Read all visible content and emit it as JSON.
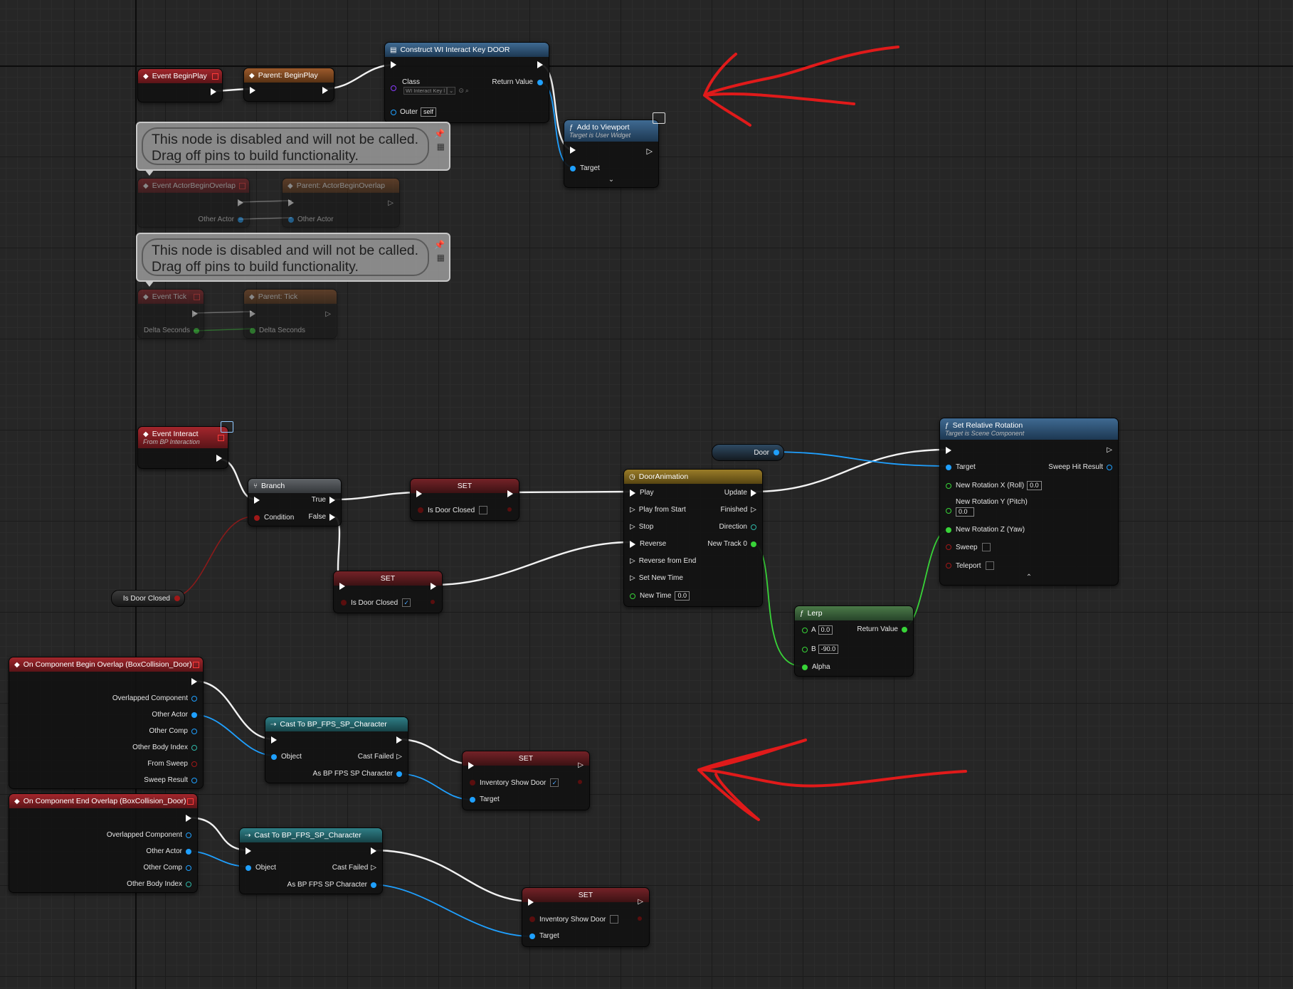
{
  "comments": [
    {
      "line1": "This node is disabled and will not be called.",
      "line2": "Drag off pins to build functionality."
    },
    {
      "line1": "This node is disabled and will not be called.",
      "line2": "Drag off pins to build functionality."
    }
  ],
  "nodes": {
    "event_begin_play": {
      "title": "Event BeginPlay"
    },
    "parent_begin_play": {
      "title": "Parent: BeginPlay"
    },
    "construct": {
      "title": "Construct WI Interact Key DOOR",
      "class_label": "Class",
      "class_value": "WI Interact Key l",
      "return_label": "Return Value",
      "outer_label": "Outer",
      "outer_value": "self"
    },
    "add_viewport": {
      "title": "Add to Viewport",
      "subtitle": "Target is User Widget",
      "target_label": "Target"
    },
    "actor_overlap": {
      "title": "Event ActorBeginOverlap",
      "pin": "Other Actor"
    },
    "parent_actor_overlap": {
      "title": "Parent: ActorBeginOverlap",
      "pin": "Other Actor"
    },
    "event_tick": {
      "title": "Event Tick",
      "pin": "Delta Seconds"
    },
    "parent_tick": {
      "title": "Parent: Tick",
      "pin": "Delta Seconds"
    },
    "event_interact": {
      "title": "Event Interact",
      "subtitle": "From BP Interaction"
    },
    "branch": {
      "title": "Branch",
      "true_label": "True",
      "false_label": "False",
      "condition_label": "Condition"
    },
    "set_closed_1": {
      "title": "SET",
      "pin": "Is Door Closed",
      "checked": false
    },
    "set_closed_2": {
      "title": "SET",
      "pin": "Is Door Closed",
      "checked": true
    },
    "get_door_closed": {
      "label": "Is Door Closed"
    },
    "get_door": {
      "label": "Door"
    },
    "door_anim": {
      "title": "DoorAnimation",
      "inputs": [
        "Play",
        "Play from Start",
        "Stop",
        "Reverse",
        "Reverse from End",
        "Set New Time",
        "New Time"
      ],
      "new_time_value": "0.0",
      "outputs": [
        "Update",
        "Finished",
        "Direction",
        "New Track 0"
      ]
    },
    "set_rel_rot": {
      "title": "Set Relative Rotation",
      "subtitle": "Target is Scene Component",
      "target_label": "Target",
      "sweep_hit_label": "Sweep Hit Result",
      "rot_x_label": "New Rotation X (Roll)",
      "rot_x_value": "0.0",
      "rot_y_label": "New Rotation Y (Pitch)",
      "rot_y_value": "0.0",
      "rot_z_label": "New Rotation Z (Yaw)",
      "sweep_label": "Sweep",
      "teleport_label": "Teleport"
    },
    "lerp": {
      "title": "Lerp",
      "a_label": "A",
      "a_value": "0.0",
      "b_label": "B",
      "b_value": "-90.0",
      "alpha_label": "Alpha",
      "return_label": "Return Value"
    },
    "begin_overlap": {
      "title": "On Component Begin Overlap (BoxCollision_Door)",
      "pins": [
        "Overlapped Component",
        "Other Actor",
        "Other Comp",
        "Other Body Index",
        "From Sweep",
        "Sweep Result"
      ]
    },
    "end_overlap": {
      "title": "On Component End Overlap (BoxCollision_Door)",
      "pins": [
        "Overlapped Component",
        "Other Actor",
        "Other Comp",
        "Other Body Index"
      ]
    },
    "cast_1": {
      "title": "Cast To BP_FPS_SP_Character",
      "object_label": "Object",
      "failed_label": "Cast Failed",
      "as_label": "As BP FPS SP Character"
    },
    "cast_2": {
      "title": "Cast To BP_FPS_SP_Character",
      "object_label": "Object",
      "failed_label": "Cast Failed",
      "as_label": "As BP FPS SP Character"
    },
    "set_inv_1": {
      "title": "SET",
      "pin": "Inventory Show Door",
      "checked": true,
      "target_label": "Target"
    },
    "set_inv_2": {
      "title": "SET",
      "pin": "Inventory Show Door",
      "checked": false,
      "target_label": "Target"
    }
  },
  "colors": {
    "exec": "#ffffff",
    "object": "#1fa0ff",
    "bool": "#a01818",
    "float": "#38d438",
    "annotation": "#e01a1a"
  }
}
